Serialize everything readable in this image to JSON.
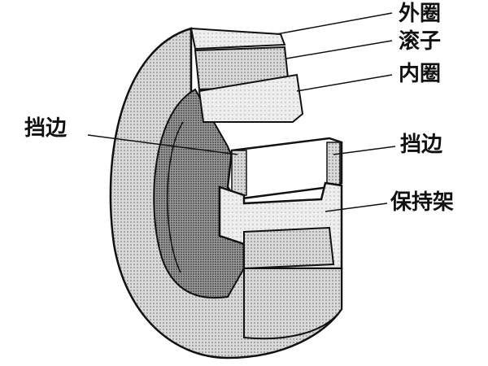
{
  "labels": {
    "outer_ring": "外圈",
    "roller": "滚子",
    "inner_ring": "内圈",
    "rib_left": "挡边",
    "rib_right": "挡边",
    "cage": "保持架"
  }
}
